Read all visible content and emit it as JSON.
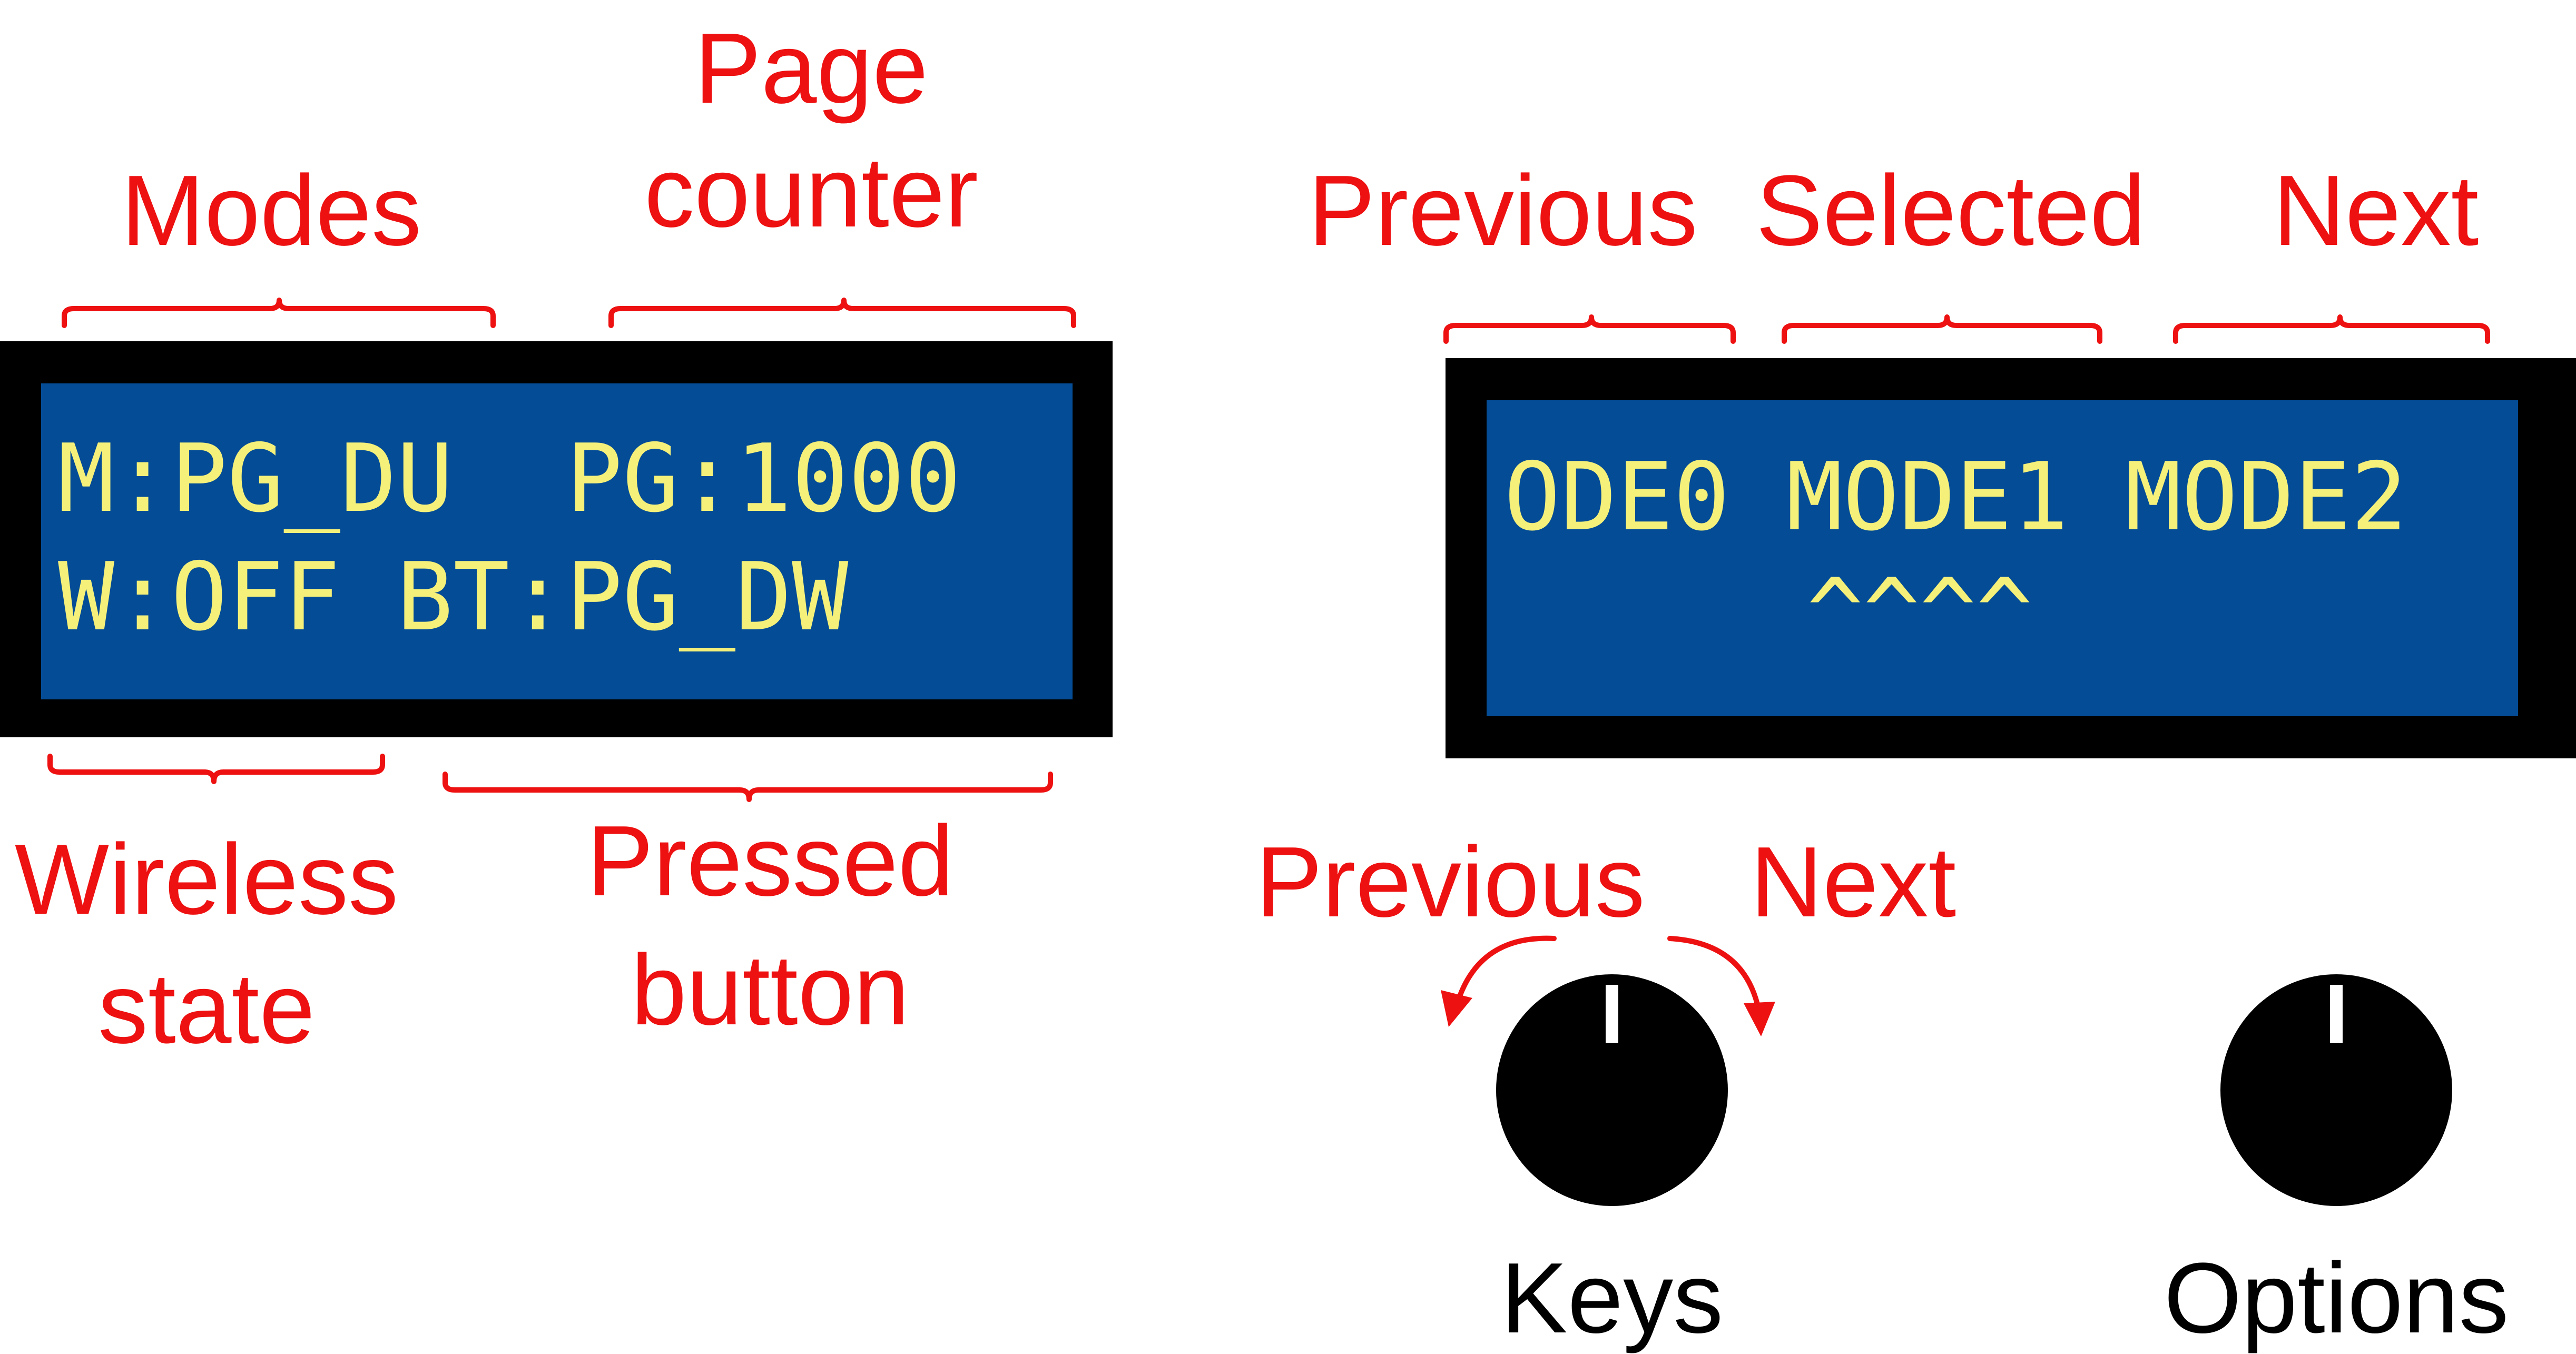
{
  "left_display": {
    "line1": "M:PG_DU  PG:1000",
    "line2": "W:OFF BT:PG_DW"
  },
  "right_display": {
    "line1": "ODE0 MODE1 MODE2",
    "line2": "^^^^"
  },
  "labels": {
    "modes": "Modes",
    "page_counter_1": "Page",
    "page_counter_2": "counter",
    "wireless_1": "Wireless",
    "wireless_2": "state",
    "pressed_1": "Pressed",
    "pressed_2": "button",
    "previous_top": "Previous",
    "selected_top": "Selected",
    "next_top": "Next",
    "previous_knob": "Previous",
    "next_knob": "Next",
    "keys": "Keys",
    "options": "Options"
  },
  "colors": {
    "annotation": "#ee1111",
    "lcd_background": "#044c96",
    "lcd_text": "#f4f07a",
    "frame": "#000000"
  },
  "icons": {
    "keys_knob": "rotary-knob-icon",
    "options_knob": "rotary-knob-icon",
    "rotate_left": "curved-arrow-left-icon",
    "rotate_right": "curved-arrow-right-icon"
  }
}
